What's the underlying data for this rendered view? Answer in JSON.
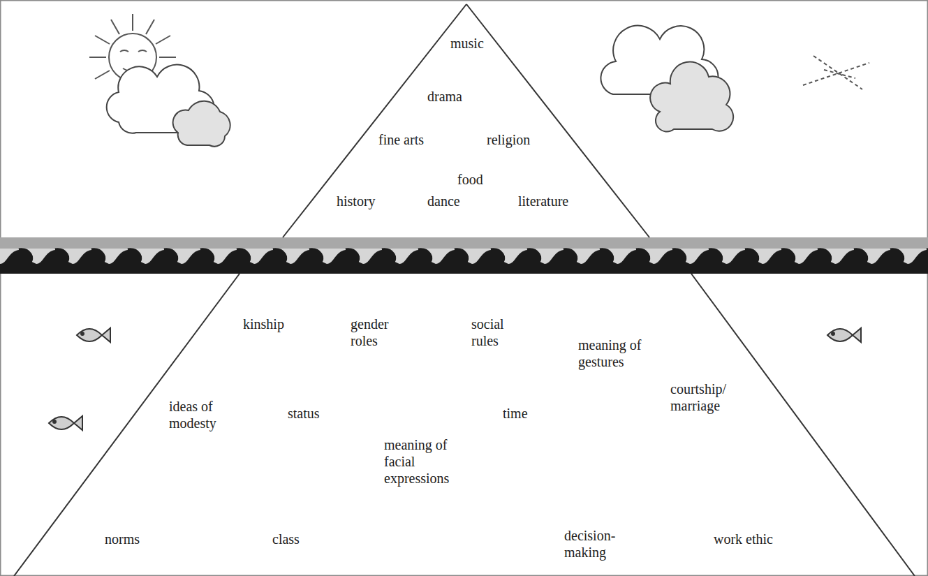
{
  "diagram": {
    "nodes": [
      {
        "text": [
          "music",
          "drama",
          "fine arts",
          "religion",
          "food",
          "history",
          "dance",
          "literature",
          "kinship",
          "gender roles",
          "social rules",
          "meaning of gestures",
          "ideas of modesty",
          "status",
          "time",
          "courtship/ marriage",
          "meaning of facial expressions",
          "norms",
          "class",
          "decision-making",
          "work ethic"
        ]
      }
    ]
  }
}
